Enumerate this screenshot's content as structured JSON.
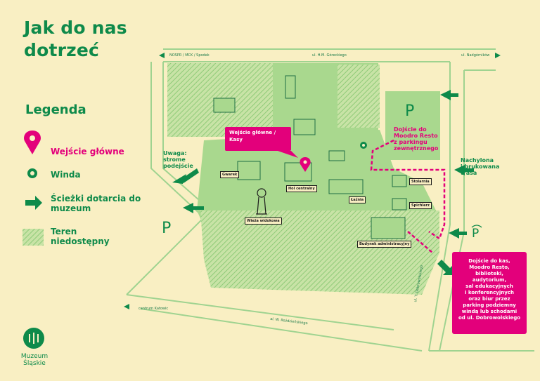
{
  "title": "Jak do nas\ndotrzeć",
  "legend": {
    "title": "Legenda",
    "main_entrance": "Wejście główne",
    "elevator": "Winda",
    "paths": "Ścieżki dotarcia do muzeum",
    "inaccessible": "Teren niedostępny"
  },
  "streets": {
    "nospr": "NOSPR / MCK / Spodek",
    "gorecki": "ul. H.M. Góreckiego",
    "nadgornikow": "ul. Nadgórników",
    "centrum": "centrum Katowic",
    "rozdzienski": "al. W. Roździeńskiego",
    "dobrowolski": "ul. T. Dobrowolskiego"
  },
  "buildings": {
    "gwarek": "Gwarek",
    "hol": "Hol centralny",
    "laznia": "Łaźnia",
    "wieza": "Wieża widokowa",
    "stolarnia": "Stolarnia",
    "spichlerz": "Spichlerz",
    "budynek": "Budynek administracyjny"
  },
  "notes": {
    "steep": "Uwaga:\nstrome\npodejście",
    "inclined": "Nachylona\ni brukowana\ntrasa",
    "moodro": "Dojście do\nMoodro Resto\nz parkingu\nzewnętrznego",
    "main_callout": "Wejście główne /\nKasy",
    "cash_callout": "Dojście do kas,\nMoodro Resto,\nbiblioteki,\naudytorium,\nsal edukacyjnych\ni konferencyjnych\noraz biur przez\nparking podziemny\nwindą lub schodami\nod ul. Dobrowolskiego"
  },
  "parking_symbol": "P",
  "logo": "Muzeum\nŚląskie",
  "colors": {
    "background": "#f9efc3",
    "green": "#0e8a4a",
    "light_green": "#a9d88e",
    "pink": "#e3007b"
  }
}
